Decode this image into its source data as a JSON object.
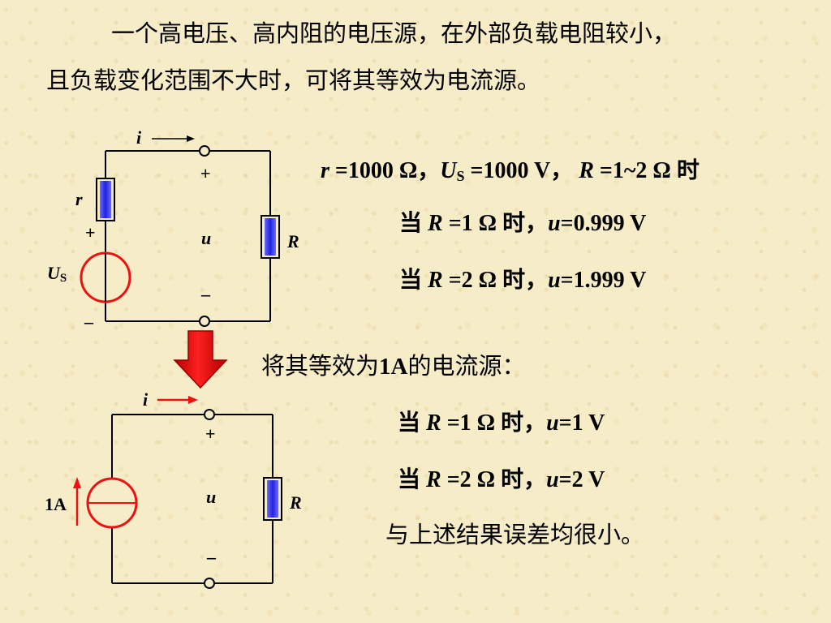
{
  "intro": {
    "line1": "一个高电压、高内阻的电压源，在外部负载电阻较小，",
    "line2": "且负载变化范围不大时，可将其等效为电流源。"
  },
  "conditions": {
    "r_sym": "r",
    "r_val": " =1000 Ω，",
    "us_sym": "U",
    "us_sub": "S",
    "us_val": " =1000 V， ",
    "R_sym": "R",
    "R_val": " =1~2 Ω 时"
  },
  "results1": [
    {
      "prefix": "当 ",
      "R": "R",
      "mid": " =1 Ω 时，",
      "u": "u",
      "val": "=0.999 V"
    },
    {
      "prefix": "当 ",
      "R": "R",
      "mid": " =2 Ω 时，",
      "u": "u",
      "val": "=1.999 V"
    }
  ],
  "equiv": {
    "prefix": "将其等效为",
    "bold": "1A",
    "suffix": "的电流源："
  },
  "results2": [
    {
      "prefix": "当 ",
      "R": "R",
      "mid": " =1 Ω 时，",
      "u": "u",
      "val": "=1 V"
    },
    {
      "prefix": "当 ",
      "R": "R",
      "mid": " =2 Ω 时，",
      "u": "u",
      "val": "=2 V"
    }
  ],
  "conclusion": "与上述结果误差均很小。",
  "circuit1": {
    "i": "i",
    "plus_top": "+",
    "r": "r",
    "plus_src": "+",
    "u": "u",
    "R": "R",
    "us": "U",
    "us_sub": "S",
    "minus_out": "–",
    "minus_src": "–"
  },
  "circuit2": {
    "i": "i",
    "plus_top": "+",
    "u": "u",
    "R": "R",
    "src": "1A",
    "minus_out": "–"
  },
  "colors": {
    "resistor_fill": "#2222dd",
    "source": "#ee1111",
    "arrow": "#ee1111",
    "background": "#f6ecc8"
  }
}
